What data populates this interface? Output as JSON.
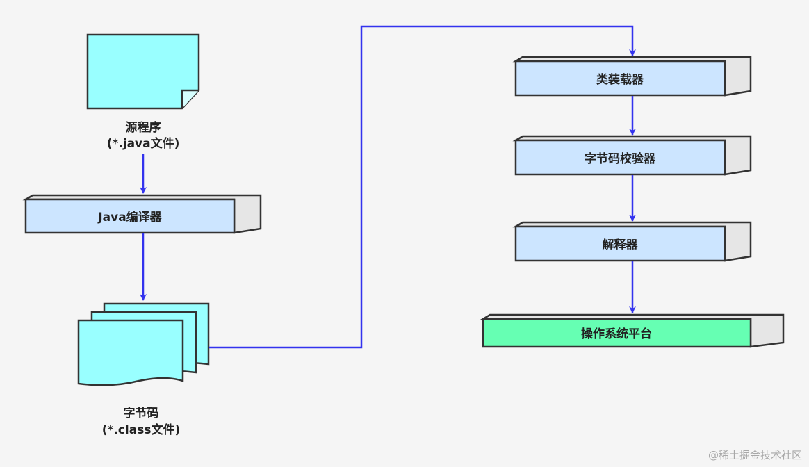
{
  "source": {
    "label": "源程序",
    "sublabel": "(*.java文件)"
  },
  "compiler": {
    "label": "Java编译器"
  },
  "bytecode": {
    "label": "字节码",
    "sublabel": "(*.class文件)"
  },
  "class_loader": {
    "label": "类装载器"
  },
  "verifier": {
    "label": "字节码校验器"
  },
  "interpreter": {
    "label": "解释器"
  },
  "platform": {
    "label": "操作系统平台"
  },
  "watermark": "@稀土掘金技术社区",
  "colors": {
    "document_fill": "#99ffff",
    "process_fill": "#cce5ff",
    "process_side": "#e6e6e6",
    "platform_fill": "#66ffb3",
    "arrow": "#3333ee",
    "stroke": "#333333"
  }
}
